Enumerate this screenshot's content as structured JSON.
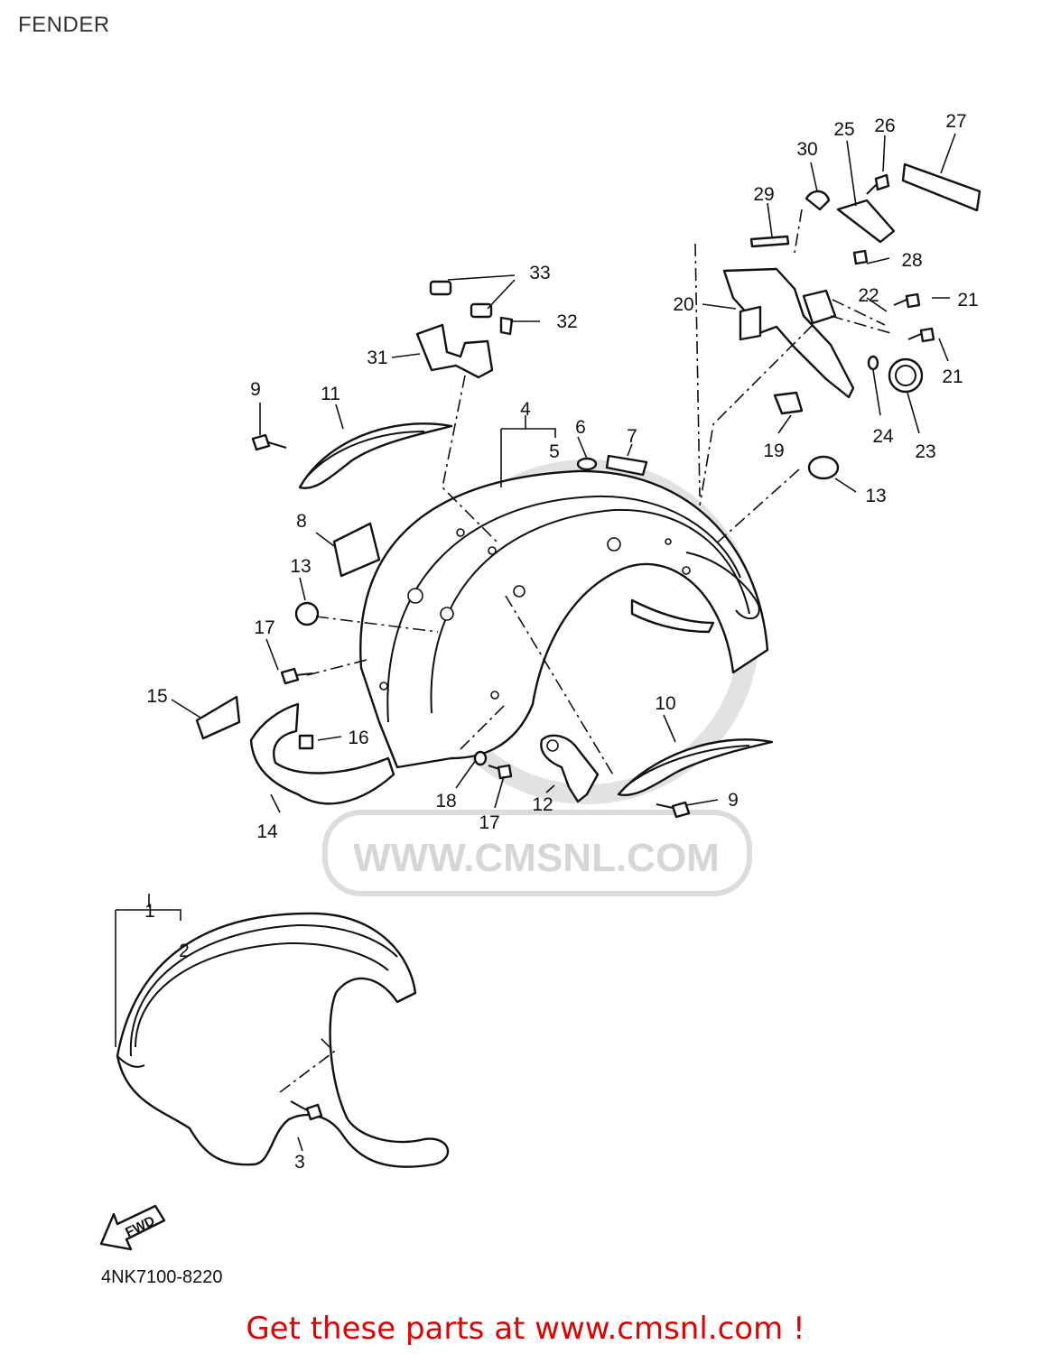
{
  "page": {
    "title": "FENDER"
  },
  "watermark": {
    "text": "WWW.CMSNL.COM"
  },
  "diagram": {
    "callouts": [
      "1",
      "2",
      "3",
      "4",
      "5",
      "6",
      "7",
      "8",
      "9",
      "9",
      "10",
      "11",
      "12",
      "13",
      "13",
      "14",
      "15",
      "16",
      "17",
      "17",
      "18",
      "19",
      "20",
      "21",
      "21",
      "22",
      "23",
      "24",
      "25",
      "26",
      "27",
      "28",
      "29",
      "30",
      "31",
      "32",
      "33"
    ],
    "direction_label": "FWD",
    "code": "4NK7100-8220"
  },
  "footer": {
    "text": "Get these parts at www.cmsnl.com !",
    "color": "#e00000"
  }
}
